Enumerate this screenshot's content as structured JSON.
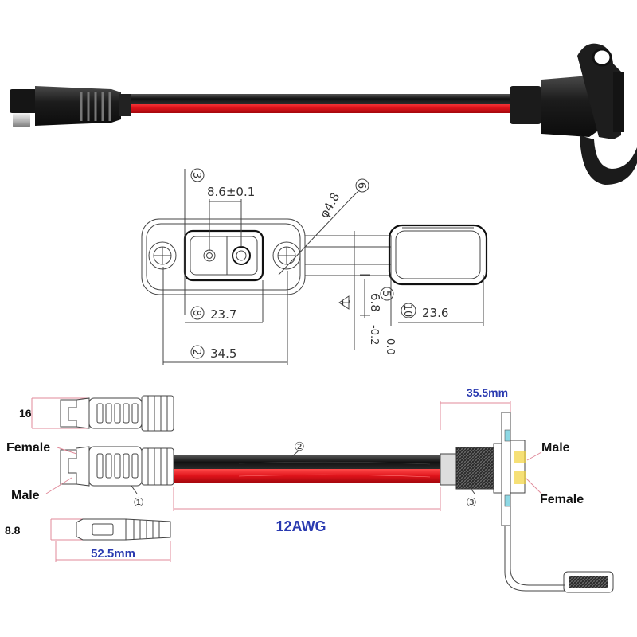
{
  "drawing": {
    "dims": {
      "pin_spacing": "8.6±0.1",
      "hole_dia": "φ4.8",
      "hole_dia_ref": "6",
      "pin_spacing_ref": "3",
      "width_inner": "23.7",
      "width_inner_ref": "8",
      "width_outer": "34.5",
      "width_outer_ref": "2",
      "thickness": "6.8",
      "thickness_tol": "0.0\n-0.2",
      "thickness_tol_upper": "0.0",
      "thickness_tol_lower": "-0.2",
      "thickness_ref": "5",
      "cap_width": "23.6",
      "cap_width_ref": "10",
      "warning_mark": "1"
    }
  },
  "schematic": {
    "connector_width": "16",
    "connector_height": "8.8",
    "connector_length": "52.5mm",
    "panel_depth": "35.5mm",
    "wire_gauge": "12AWG",
    "left_female": "Female",
    "left_male": "Male",
    "right_male": "Male",
    "right_female": "Female",
    "callout_1": "①",
    "callout_2": "②",
    "callout_3": "③"
  },
  "colors": {
    "wire_red": "#e0141b",
    "wire_black": "#0b0b0b",
    "plug_dark": "#1e1e1e",
    "accent_blue": "#2a3ab0",
    "yellow_hint": "#f2d33c",
    "cyan_hint": "#8ed8e4"
  },
  "icons": {
    "connector_icon": "sae-plug-icon",
    "panel_icon": "panel-mount-icon",
    "warning_icon": "triangle-warning-icon"
  }
}
